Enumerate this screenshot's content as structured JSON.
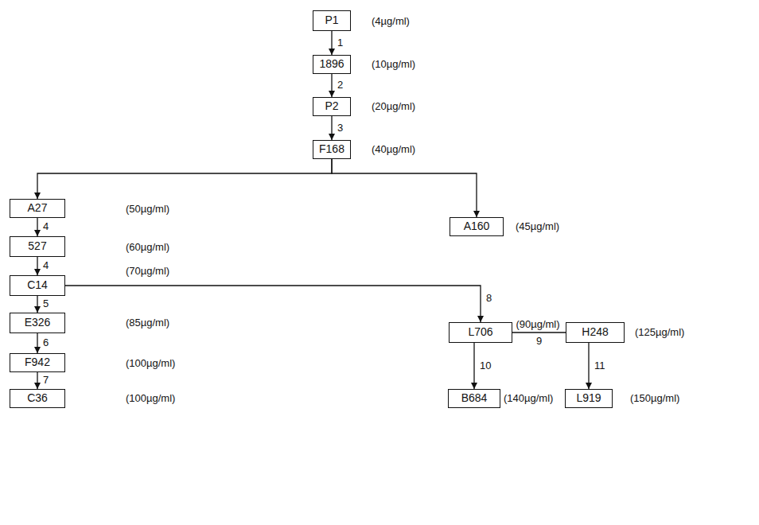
{
  "diagram": {
    "nodes": [
      {
        "text": [
          "P1"
        ]
      },
      {
        "text": [
          "1896"
        ]
      },
      {
        "text": [
          "P2"
        ]
      },
      {
        "text": [
          "F168"
        ]
      },
      {
        "text": [
          "A27"
        ]
      },
      {
        "text": [
          "A160"
        ]
      },
      {
        "text": [
          "527"
        ]
      },
      {
        "text": [
          "C14"
        ]
      },
      {
        "text": [
          "E326"
        ]
      },
      {
        "text": [
          "F942"
        ]
      },
      {
        "text": [
          "C36"
        ]
      },
      {
        "text": [
          "L706"
        ]
      },
      {
        "text": [
          "H248"
        ]
      },
      {
        "text": [
          "B684"
        ]
      },
      {
        "text": [
          "L919"
        ]
      }
    ],
    "edges": [
      {
        "from": 0,
        "to": 1,
        "label": "1",
        "arrow": "to"
      },
      {
        "from": 1,
        "to": 2,
        "label": "2",
        "arrow": "to"
      },
      {
        "from": 2,
        "to": 3,
        "label": "3",
        "arrow": "to"
      },
      {
        "from": 3,
        "to": 4,
        "arrow": "to"
      },
      {
        "from": 3,
        "to": 5,
        "arrow": "to"
      },
      {
        "from": 4,
        "to": 6,
        "label": "4",
        "arrow": "to"
      },
      {
        "from": 6,
        "to": 7,
        "label": "4",
        "arrow": "to"
      },
      {
        "from": 7,
        "to": 8,
        "label": "5",
        "arrow": "to"
      },
      {
        "from": 8,
        "to": 9,
        "label": "6",
        "arrow": "to"
      },
      {
        "from": 9,
        "to": 10,
        "label": "7",
        "arrow": "to"
      },
      {
        "from": 7,
        "to": 11,
        "label": "8",
        "arrow": "to"
      },
      {
        "from": 11,
        "to": 12,
        "label": "9",
        "arrow": "none"
      },
      {
        "from": 11,
        "to": 13,
        "label": "10",
        "arrow": "to"
      },
      {
        "from": 12,
        "to": 14,
        "label": "11",
        "arrow": "to"
      }
    ],
    "labels": [
      "(4µg/ml)",
      "(10µg/ml)",
      "(20µg/ml)",
      "(40µg/ml)",
      "(50µg/ml)",
      "(45µg/ml)",
      "(60µg/ml)",
      "(70µg/ml)",
      "(85µg/ml)",
      "(100µg/ml)",
      "(100µg/ml)",
      "(90µg/ml)",
      "(125µg/ml)",
      "(140µg/ml)",
      "(150µg/ml)"
    ]
  }
}
